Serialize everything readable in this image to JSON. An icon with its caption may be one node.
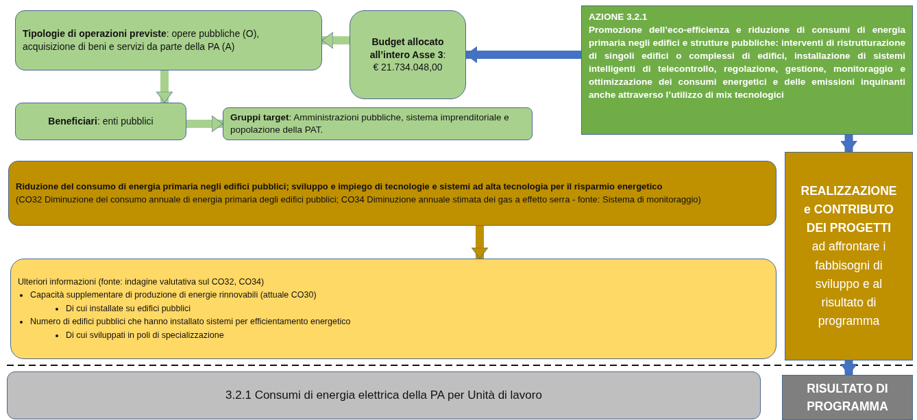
{
  "diagram": {
    "nodes": [
      {
        "text": [
          "**Tipologie di operazioni previste**: opere pubbliche (O), acquisizione di beni e servizi da parte della PA (A)"
        ]
      },
      {
        "text": [
          "**Budget allocato all’intero Asse 3**:",
          "€ 21.734.048,00"
        ]
      },
      {
        "text": [
          "AZIONE 3.2.1",
          "Promozione dell’eco-efficienza e riduzione di consumi di energia primaria negli edifici e strutture pubbliche: interventi di ristrutturazione di singoli edifici o complessi di edifici, installazione di sistemi intelligenti di telecontrollo, regolazione, gestione, monitoraggio e ottimizzazione dei consumi energetici e delle emissioni inquinanti anche attraverso l’utilizzo di mix tecnologici"
        ]
      },
      {
        "text": [
          "**Beneficiari**: enti pubblici"
        ]
      },
      {
        "text": [
          "**Gruppi target**: Amministrazioni pubbliche, sistema imprenditoriale e popolazione della PAT."
        ]
      },
      {
        "text": [
          "Riduzione del consumo di energia primaria negli edifici pubblici; sviluppo e impiego di tecnologie e sistemi ad alta tecnologia per il risparmio energetico",
          "(CO32 Diminuzione del consumo annuale di energia primaria degli edifici pubblici; CO34 Diminuzione annuale stimata dei gas a effetto serra - fonte: Sistema di monitoraggio)"
        ]
      },
      {
        "text": [
          "Ulteriori informazioni (fonte: indagine valutativa sul CO32, CO34)",
          "Capacità supplementare di produzione di energie rinnovabili (attuale CO30)",
          "Di cui installate su edifici pubblici",
          "Numero di edifici pubblici che hanno installato sistemi per efficientamento energetico",
          "Di cui sviluppati in poli di specializzazione"
        ]
      },
      {
        "text": [
          "REALIZZAZIONE e CONTRIBUTO DEI PROGETTI",
          "ad affrontare i fabbisogni di sviluppo e al risultato di programma"
        ]
      },
      {
        "text": [
          "3.2.1 Consumi di energia elettrica della PA per Unità di lavoro"
        ]
      },
      {
        "text": [
          "RISULTATO DI PROGRAMMA"
        ]
      }
    ],
    "edges": [
      {
        "from": 1,
        "to": 0,
        "arrow": "to",
        "color": "#a9d18e"
      },
      {
        "from": 0,
        "to": 3,
        "arrow": "to",
        "color": "#a9d18e"
      },
      {
        "from": 3,
        "to": 4,
        "arrow": "to",
        "color": "#a9d18e"
      },
      {
        "from": 2,
        "to": 1,
        "arrow": "to",
        "color": "#4472c4"
      },
      {
        "from": 2,
        "to": 7,
        "arrow": "to",
        "color": "#4472c4"
      },
      {
        "from": 5,
        "to": 6,
        "arrow": "to",
        "color": "#bf9000"
      },
      {
        "from": 7,
        "to": 9,
        "arrow": "to",
        "color": "#4472c4"
      }
    ]
  }
}
